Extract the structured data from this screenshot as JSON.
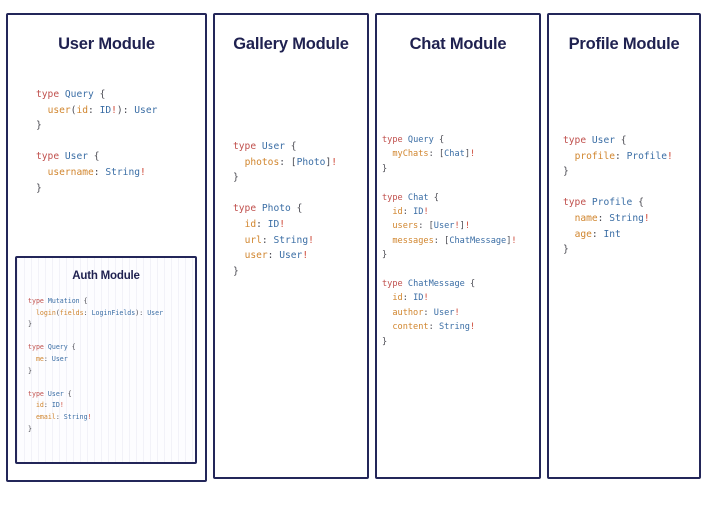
{
  "diagram": {
    "background_color": "#ffffff",
    "border_color": "#232659",
    "title_color": "#1f2150",
    "syntax_colors": {
      "keyword": "#c0504d",
      "type_name": "#3b6ea5",
      "field_name": "#d1862f",
      "non_null": "#cc4433",
      "punctuation": "#4a4a52"
    }
  },
  "columns": [
    {
      "title": "User Module",
      "schema_text": "type Query {\n  user(id: ID!): User\n}\n\n\ntype User {\n  username: String!\n}",
      "types": [
        {
          "keyword": "type",
          "name": "Query",
          "fields": [
            {
              "name": "user",
              "args": [
                {
                  "name": "id",
                  "type": "ID!"
                }
              ],
              "type": "User"
            }
          ]
        },
        {
          "keyword": "type",
          "name": "User",
          "fields": [
            {
              "name": "username",
              "args": [],
              "type": "String!"
            }
          ]
        }
      ],
      "nested": {
        "title": "Auth Module",
        "schema_text": "type Mutation {\n  login(fields: LoginFields): User\n}\n\ntype Query {\n  me: User\n}\n\ntype User {\n  id: ID!\n  email: String!\n}",
        "types": [
          {
            "keyword": "type",
            "name": "Mutation",
            "fields": [
              {
                "name": "login",
                "args": [
                  {
                    "name": "fields",
                    "type": "LoginFields"
                  }
                ],
                "type": "User"
              }
            ]
          },
          {
            "keyword": "type",
            "name": "Query",
            "fields": [
              {
                "name": "me",
                "args": [],
                "type": "User"
              }
            ]
          },
          {
            "keyword": "type",
            "name": "User",
            "fields": [
              {
                "name": "id",
                "args": [],
                "type": "ID!"
              },
              {
                "name": "email",
                "args": [],
                "type": "String!"
              }
            ]
          }
        ]
      }
    },
    {
      "title": "Gallery Module",
      "schema_text": "type User {\n  photos: [Photo]!\n}\n\ntype Photo {\n  id: ID!\n  url: String!\n  user: User!\n}",
      "types": [
        {
          "keyword": "type",
          "name": "User",
          "fields": [
            {
              "name": "photos",
              "args": [],
              "type": "[Photo]!"
            }
          ]
        },
        {
          "keyword": "type",
          "name": "Photo",
          "fields": [
            {
              "name": "id",
              "args": [],
              "type": "ID!"
            },
            {
              "name": "url",
              "args": [],
              "type": "String!"
            },
            {
              "name": "user",
              "args": [],
              "type": "User!"
            }
          ]
        }
      ],
      "nested": null
    },
    {
      "title": "Chat Module",
      "schema_text": "type Query {\n  myChats: [Chat]!\n}\n\ntype Chat {\n  id: ID!\n  users: [User!]!\n  messages: [ChatMessage]!\n}\n\ntype ChatMessage {\n  id: ID!\n  author: User!\n  content: String!\n}",
      "types": [
        {
          "keyword": "type",
          "name": "Query",
          "fields": [
            {
              "name": "myChats",
              "args": [],
              "type": "[Chat]!"
            }
          ]
        },
        {
          "keyword": "type",
          "name": "Chat",
          "fields": [
            {
              "name": "id",
              "args": [],
              "type": "ID!"
            },
            {
              "name": "users",
              "args": [],
              "type": "[User!]!"
            },
            {
              "name": "messages",
              "args": [],
              "type": "[ChatMessage]!"
            }
          ]
        },
        {
          "keyword": "type",
          "name": "ChatMessage",
          "fields": [
            {
              "name": "id",
              "args": [],
              "type": "ID!"
            },
            {
              "name": "author",
              "args": [],
              "type": "User!"
            },
            {
              "name": "content",
              "args": [],
              "type": "String!"
            }
          ]
        }
      ],
      "nested": null
    },
    {
      "title": "Profile Module",
      "schema_text": "type User {\n  profile: Profile!\n}\n\ntype Profile {\n  name: String!\n  age: Int\n}",
      "types": [
        {
          "keyword": "type",
          "name": "User",
          "fields": [
            {
              "name": "profile",
              "args": [],
              "type": "Profile!"
            }
          ]
        },
        {
          "keyword": "type",
          "name": "Profile",
          "fields": [
            {
              "name": "name",
              "args": [],
              "type": "String!"
            },
            {
              "name": "age",
              "args": [],
              "type": "Int"
            }
          ]
        }
      ],
      "nested": null
    }
  ]
}
